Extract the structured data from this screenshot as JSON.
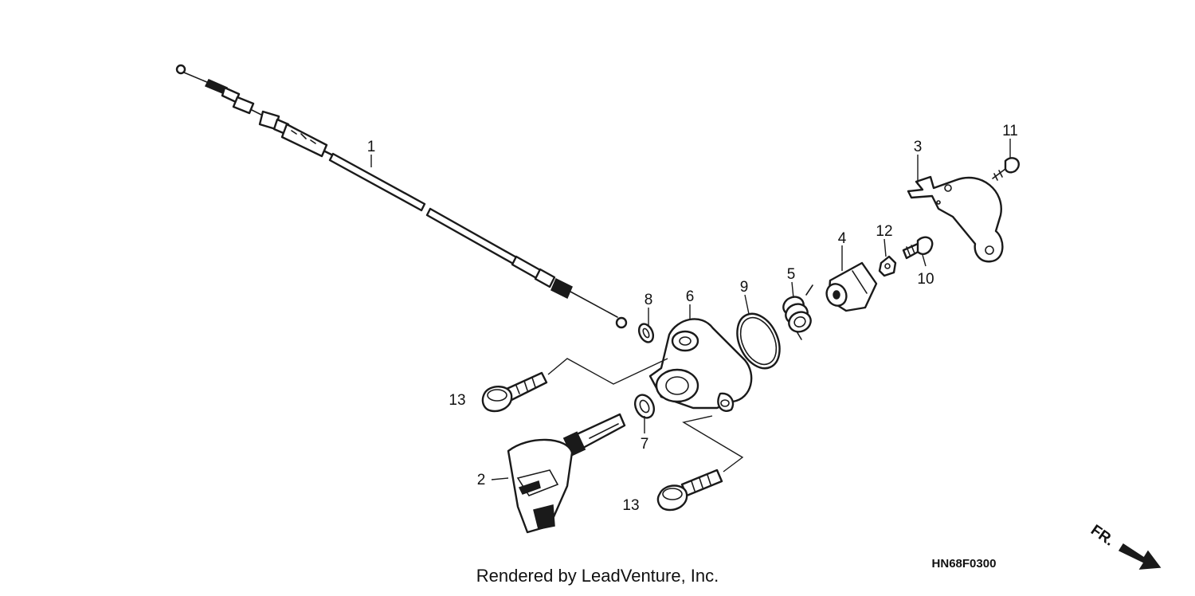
{
  "callouts": {
    "c1": "1",
    "c2": "2",
    "c3": "3",
    "c4": "4",
    "c5": "5",
    "c6": "6",
    "c7": "7",
    "c8": "8",
    "c9": "9",
    "c10": "10",
    "c11": "11",
    "c12": "12",
    "c13a": "13",
    "c13b": "13"
  },
  "diagram_code": "HN68F0300",
  "credit": "Rendered by LeadVenture, Inc.",
  "direction_label": "FR.",
  "colors": {
    "line": "#1a1a1a",
    "background": "#ffffff"
  }
}
